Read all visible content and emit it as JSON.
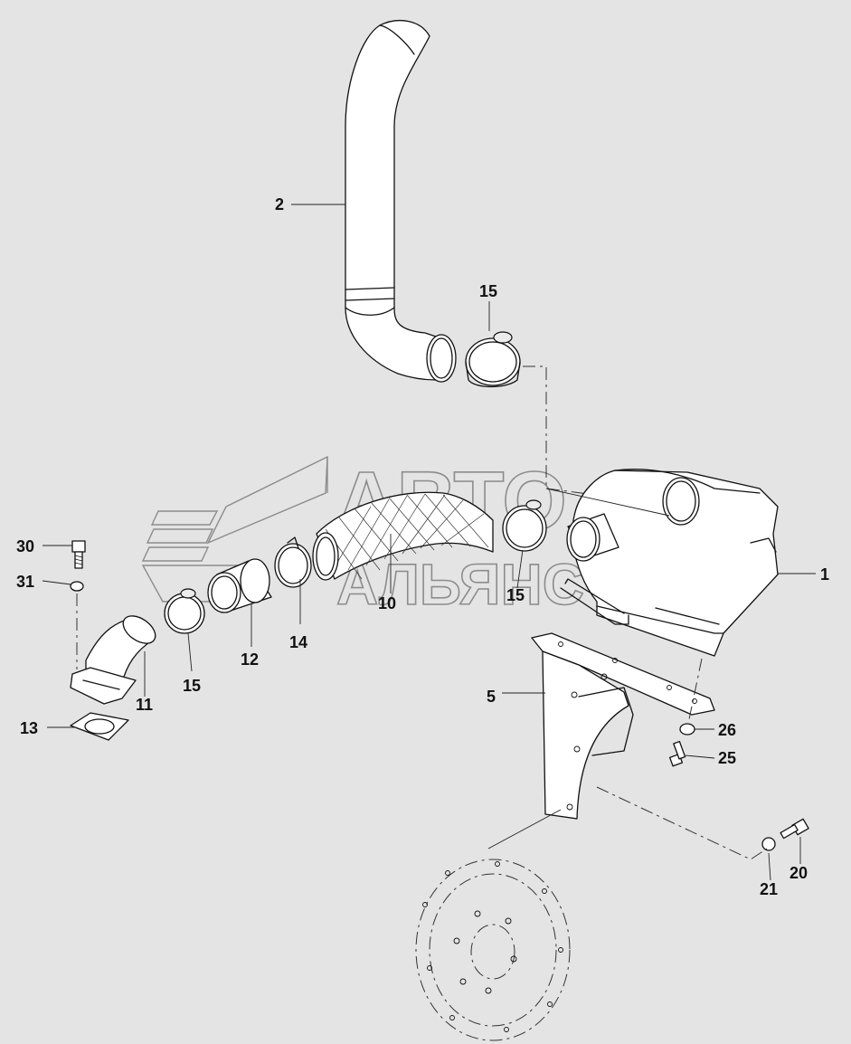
{
  "watermark": {
    "line1": "АВТО",
    "line2": "АЛЬЯНС"
  },
  "callouts": {
    "c1": "1",
    "c2": "2",
    "c5": "5",
    "c10": "10",
    "c11": "11",
    "c12": "12",
    "c13": "13",
    "c14": "14",
    "c15a": "15",
    "c15b": "15",
    "c15c": "15",
    "c20": "20",
    "c21": "21",
    "c25": "25",
    "c26": "26",
    "c30": "30",
    "c31": "31"
  },
  "colors": {
    "background": "#e4e4e4",
    "line": "#111111",
    "part_fill": "#ffffff",
    "watermark": "#8c8c8c"
  }
}
